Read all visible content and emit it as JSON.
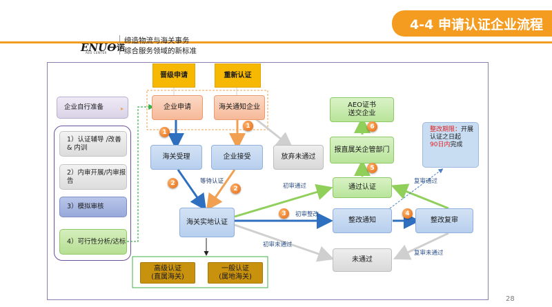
{
  "header": {
    "title": "4-4 申请认证企业流程",
    "logo_text": "ENUO",
    "logo_cn": "一诺",
    "logo_sub": "AEO CENTER",
    "tagline_line1": "缔造物流与海关事务",
    "tagline_line2": "综合服务领域的新标准"
  },
  "page_number": "28",
  "left_panel": {
    "prep": "企业自行准备",
    "items": [
      "1）认证辅导 /改善 & 内训",
      "2）内审开展/内审报告",
      "3）模拟审核",
      "4）可行性分析/达标"
    ]
  },
  "top_options": {
    "upgrade": "晋级申请",
    "reapply": "重新认证"
  },
  "boxes": {
    "enterprise_apply": "企业申请",
    "customs_notice": "海关通知企业",
    "customs_accept": "海关受理",
    "enterprise_accept": "企业接受",
    "give_up": "放弃未通过",
    "onsite_cert": "海关实地认证",
    "rectify_notice": "整改通知",
    "rectify_recheck": "整改复审",
    "fail": "未通过",
    "pass_cert": "通过认证",
    "report_dept": "报直属关企管部门",
    "aeo_cert_line1": "AEO证书",
    "aeo_cert_line2": "送交企业",
    "high_cert_line1": "高级认证",
    "high_cert_line2": "(直属海关)",
    "general_cert_line1": "一般认证",
    "general_cert_line2": "(属地海关)"
  },
  "labels": {
    "wait_cert": "等待认证",
    "initial_pass": "初审通过",
    "initial_rectify": "初审整改",
    "initial_fail": "初审未通过",
    "recheck_pass": "复审通过",
    "recheck_fail": "复审未通过"
  },
  "note": {
    "red1": "整改期限：",
    "black1": "开展认证之日起",
    "red2": "90日内",
    "black2": "完成"
  },
  "badges": [
    "1",
    "1",
    "2",
    "2",
    "3",
    "4",
    "5",
    "6"
  ],
  "colors": {
    "accent": "#f39c1f",
    "frame": "#8c7bb0",
    "blue_arrow": "#2f6fbf",
    "orange_arrow": "#f0a050",
    "green_arrow": "#8fcf5a",
    "grey_arrow": "#cfcfcf",
    "dashed_green": "#3cb34a"
  }
}
